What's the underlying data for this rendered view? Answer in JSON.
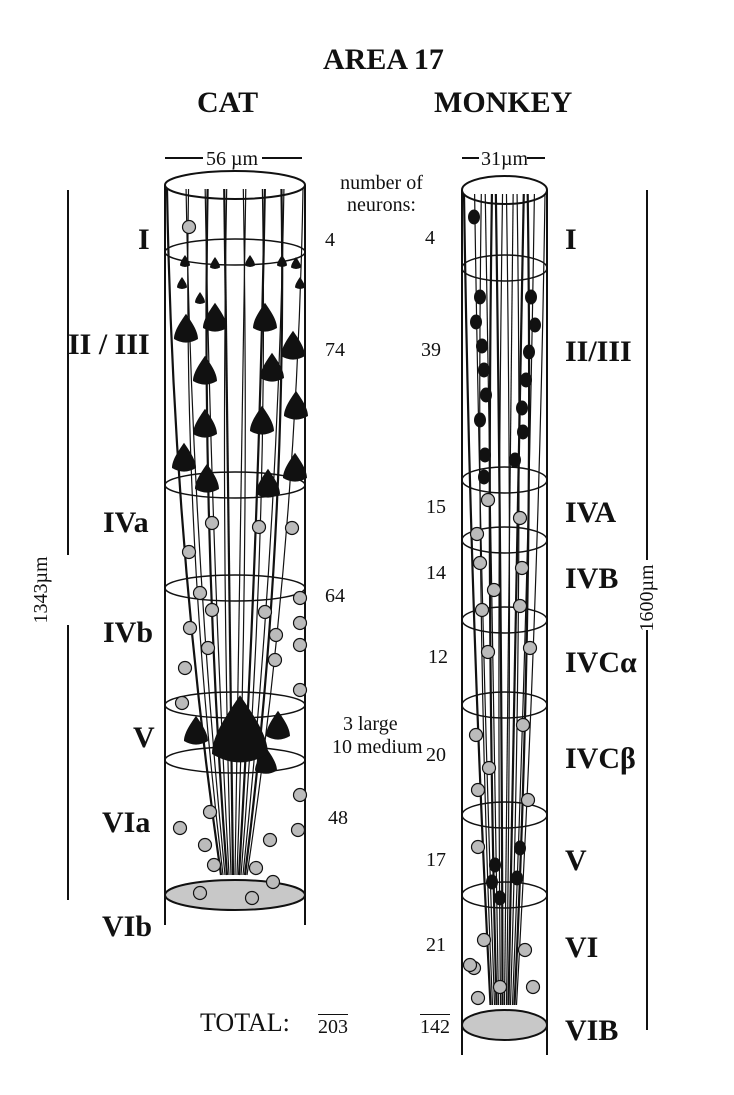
{
  "title": "AREA 17",
  "species": {
    "cat": "CAT",
    "monkey": "MONKEY"
  },
  "widths": {
    "cat": "56 µm",
    "monkey": "31µm"
  },
  "depths": {
    "cat": "1343µm",
    "monkey": "1600µm"
  },
  "counts_header": "number of neurons:",
  "cat": {
    "layers": [
      "I",
      "II / III",
      "IVa",
      "IVb",
      "V",
      "VIa",
      "VIb"
    ],
    "counts": {
      "I": "4",
      "II_III": "74",
      "IV": "64",
      "V_large": "3 large",
      "V_medium": "10 medium",
      "VI": "48"
    },
    "total_label": "TOTAL:",
    "total": "203"
  },
  "monkey": {
    "layers": [
      "I",
      "II/III",
      "IVA",
      "IVB",
      "IVCα",
      "IVCβ",
      "V",
      "VI",
      "VIB"
    ],
    "counts": [
      "4",
      "39",
      "15",
      "14",
      "12",
      "20",
      "17",
      "21"
    ],
    "total": "142"
  },
  "colors": {
    "ink": "#111111",
    "stipple": "#bbbbbb",
    "base": "#c8c8c8"
  }
}
